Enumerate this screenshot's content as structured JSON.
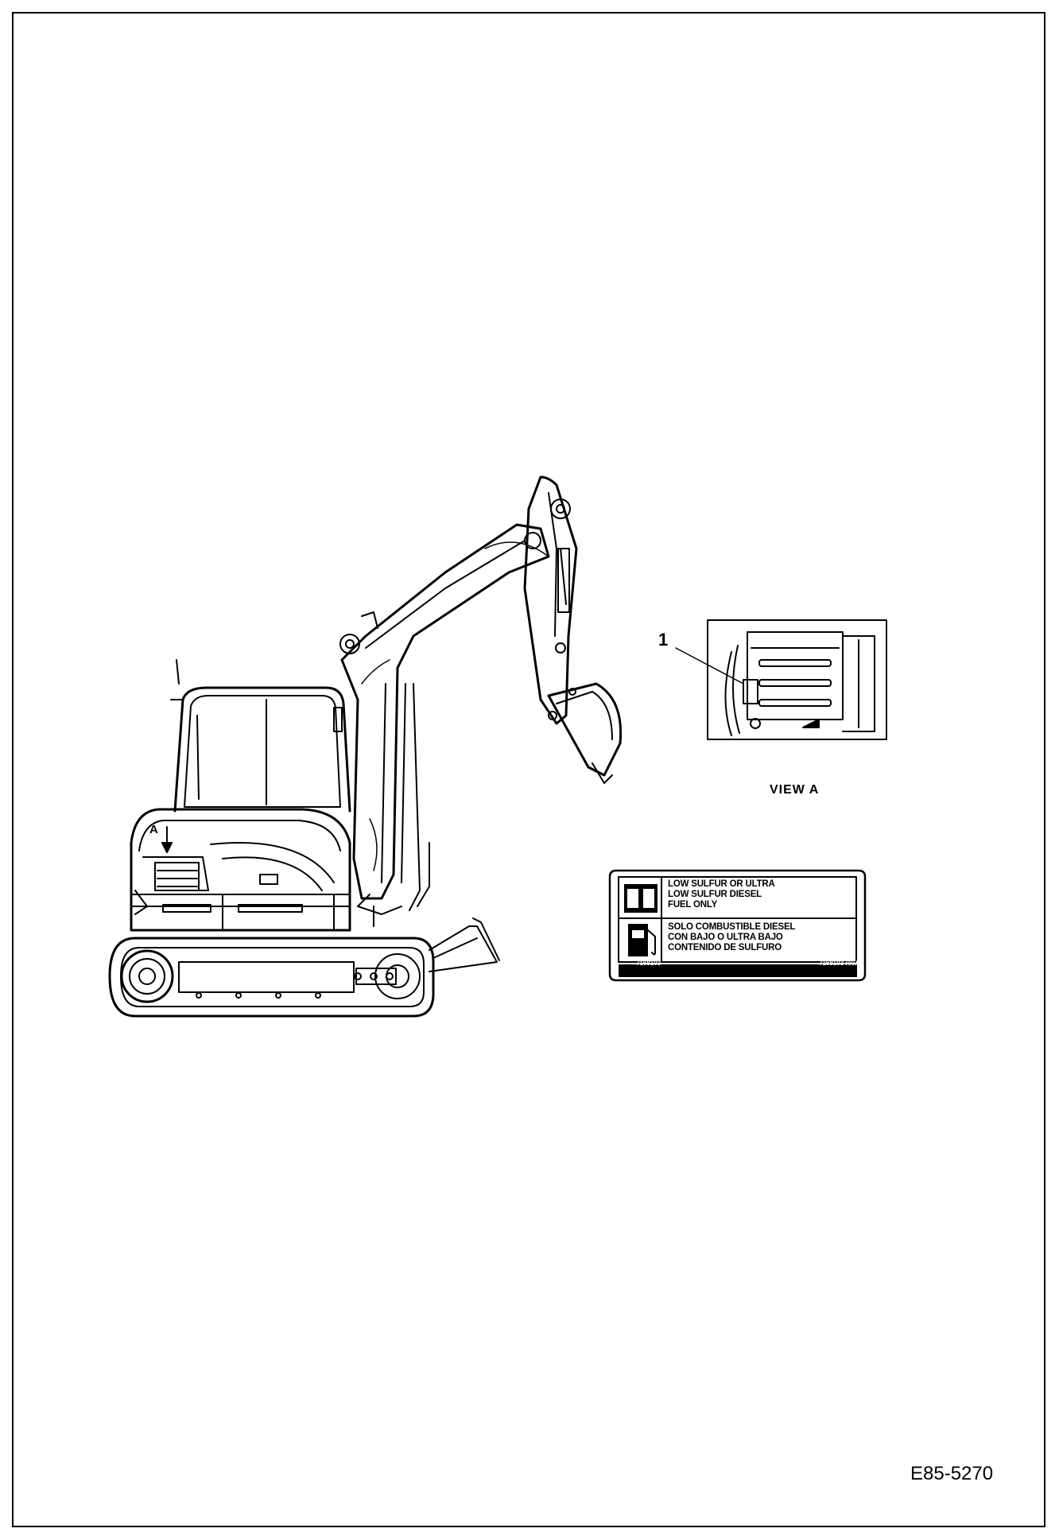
{
  "figure": {
    "drawing_number": "E85-5270",
    "view_arrow_letter": "A",
    "callout_number": "1",
    "view_label": "VIEW  A"
  },
  "decal": {
    "english_lines": [
      "LOW SULFUR OR ULTRA",
      "LOW SULFUR DIESEL",
      "FUEL ONLY"
    ],
    "spanish_lines": [
      "SOLO COMBUSTIBLE DIESEL",
      "CON BAJO O ULTRA BAJO",
      "CONTENIDO DE SULFURO"
    ],
    "part_number": "7168103",
    "code": "7168103 revA",
    "icons": [
      "manual-book-icon",
      "fuel-pump-icon"
    ]
  }
}
